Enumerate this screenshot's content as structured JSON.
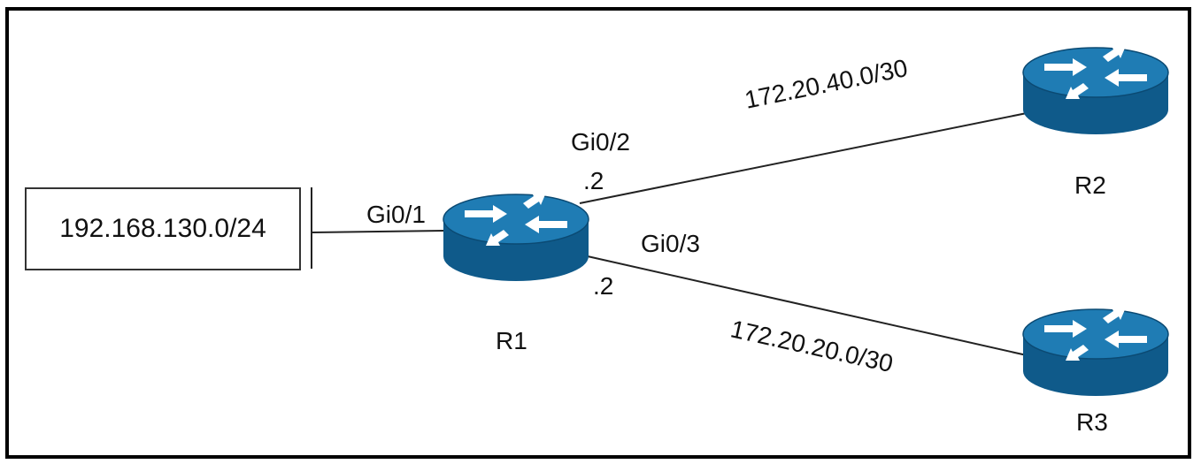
{
  "lan": {
    "subnet": "192.168.130.0/24"
  },
  "routers": {
    "r1": {
      "name": "R1"
    },
    "r2": {
      "name": "R2"
    },
    "r3": {
      "name": "R3"
    }
  },
  "interfaces": {
    "gi01": "Gi0/1",
    "gi02": "Gi0/2",
    "gi03": "Gi0/3"
  },
  "host_octets": {
    "r1_gi02": ".2",
    "r1_gi03": ".2"
  },
  "links": {
    "r1_r2": "172.20.40.0/30",
    "r1_r3": "172.20.20.0/30"
  },
  "colors": {
    "router_top": "#1f7cb4",
    "router_side": "#0f5a8a",
    "router_arrow": "#ffffff"
  }
}
